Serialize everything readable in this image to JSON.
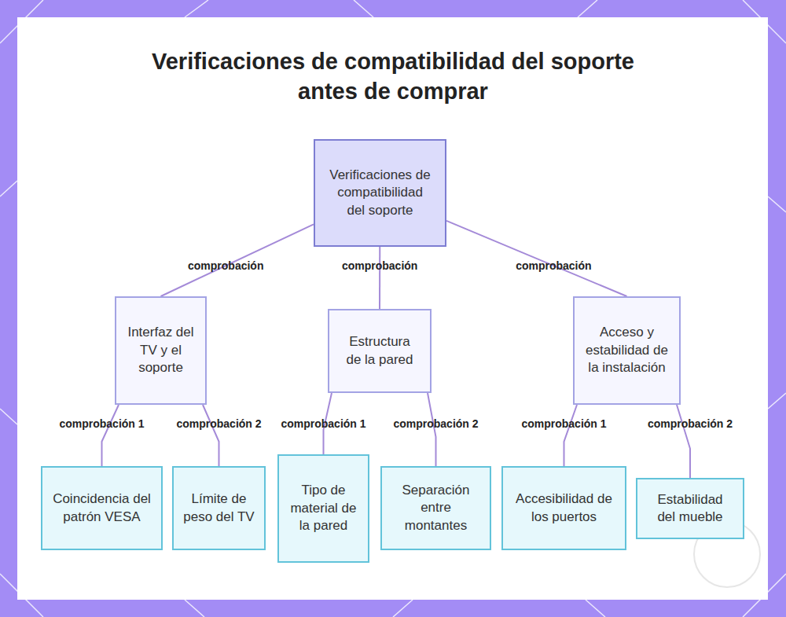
{
  "diagram": {
    "title": "Verificaciones de compatibilidad del soporte antes de comprar",
    "nodes": [
      {
        "text": [
          "Verificaciones de compatibilidad del soporte"
        ]
      },
      {
        "text": [
          "Interfaz del TV y el soporte"
        ]
      },
      {
        "text": [
          "Estructura de la pared"
        ]
      },
      {
        "text": [
          "Acceso y estabilidad de la instalación"
        ]
      },
      {
        "text": [
          "Coincidencia del patrón VESA"
        ]
      },
      {
        "text": [
          "Límite de peso del TV"
        ]
      },
      {
        "text": [
          "Tipo de material de la pared"
        ]
      },
      {
        "text": [
          "Separación entre montantes"
        ]
      },
      {
        "text": [
          "Accesibilidad de los puertos"
        ]
      },
      {
        "text": [
          "Estabilidad del mueble"
        ]
      }
    ],
    "edges": [
      {
        "from": 0,
        "to": 1,
        "arrow": "none",
        "label": "comprobación"
      },
      {
        "from": 0,
        "to": 2,
        "arrow": "none",
        "label": "comprobación"
      },
      {
        "from": 0,
        "to": 3,
        "arrow": "none",
        "label": "comprobación"
      },
      {
        "from": 1,
        "to": 4,
        "arrow": "none",
        "label": "comprobación 1"
      },
      {
        "from": 1,
        "to": 5,
        "arrow": "none",
        "label": "comprobación 2"
      },
      {
        "from": 2,
        "to": 6,
        "arrow": "none",
        "label": "comprobación 1"
      },
      {
        "from": 2,
        "to": 7,
        "arrow": "none",
        "label": "comprobación 2"
      },
      {
        "from": 3,
        "to": 8,
        "arrow": "none",
        "label": "comprobación 1"
      },
      {
        "from": 3,
        "to": 9,
        "arrow": "none",
        "label": "comprobación 2"
      }
    ]
  }
}
